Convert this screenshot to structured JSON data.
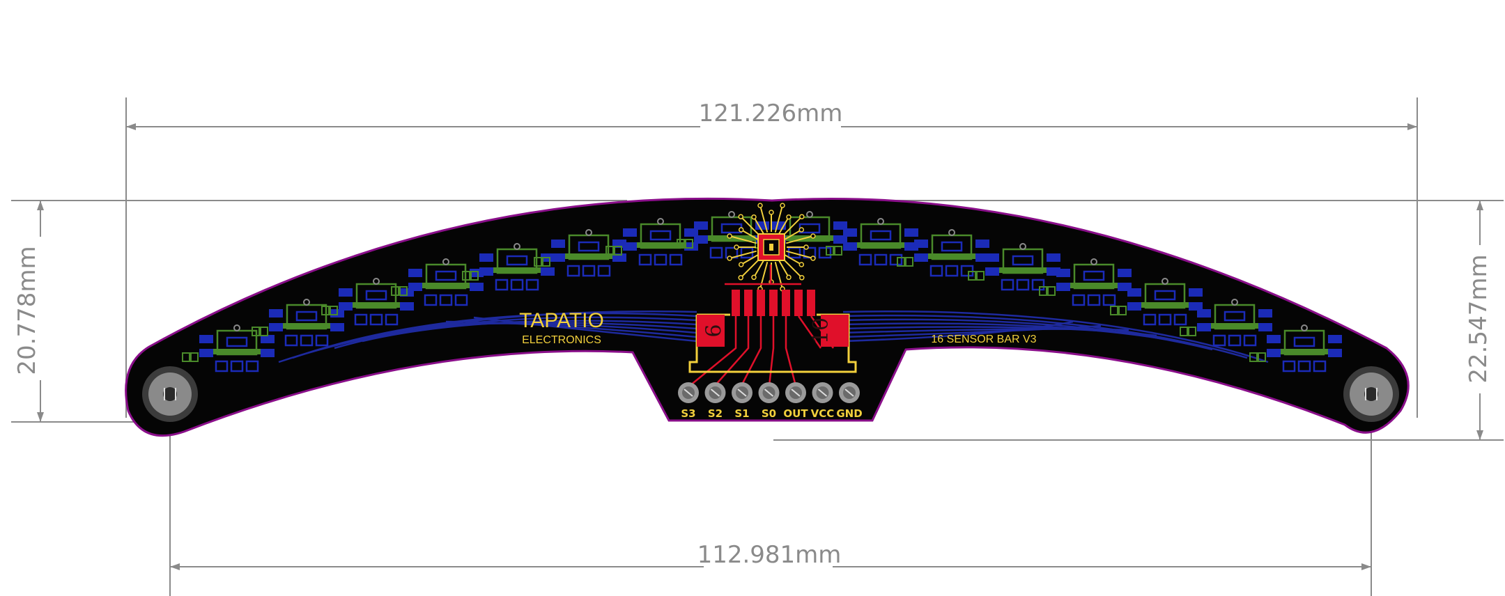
{
  "dimensions": {
    "overall_width": "121.226mm",
    "hole_spacing": "112.981mm",
    "left_height": "20.778mm",
    "right_height": "22.547mm"
  },
  "silkscreen": {
    "brand": "TAPATIO",
    "brand_sub": "ELECTRONICS",
    "board_name": "16 SENSOR BAR V3",
    "part_left": "9",
    "part_right": "10"
  },
  "header_pins": [
    "S3",
    "S2",
    "S1",
    "S0",
    "OUT",
    "VCC",
    "GND"
  ],
  "sensor_count": 16,
  "colors": {
    "board": "#050505",
    "outline": "#8a0f8a",
    "trace": "#1e2a9e",
    "pad_blue": "#1b2bb8",
    "sensor_green": "#4a8a2a",
    "silk": "#f2d03c",
    "copper_red": "#e0102a",
    "dimension": "#8a8a8a"
  }
}
